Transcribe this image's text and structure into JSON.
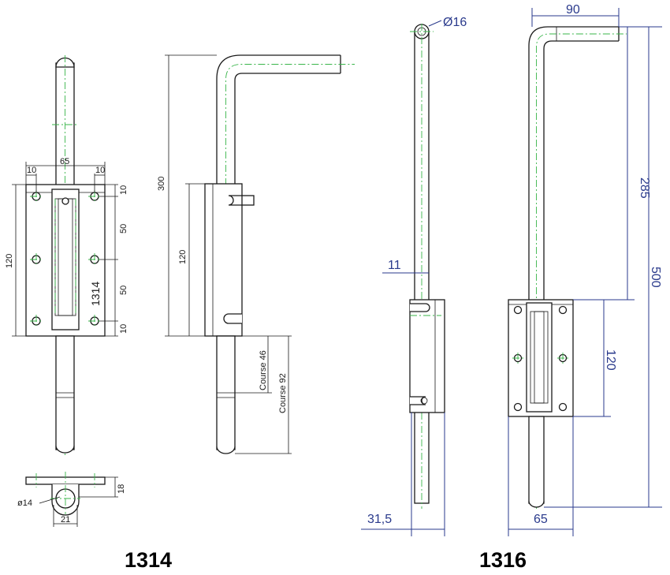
{
  "models": {
    "left": {
      "code": "1314",
      "dims": {
        "width_total": "65",
        "edge_left": "10",
        "edge_right": "10",
        "height_left": "120",
        "pitch_top": "10",
        "pitch_1": "50",
        "pitch_2": "50",
        "pitch_bottom": "10",
        "body_label": "1314",
        "overall_height": "300",
        "plate_height": "120",
        "course_short": "Course 46",
        "course_long": "Course 92",
        "base_height": "18",
        "bore": "ø14",
        "bore_width": "21"
      }
    },
    "right": {
      "code": "1316",
      "dims": {
        "rod_diameter": "Ø16",
        "arm_length": "90",
        "upper_length": "285",
        "total_length": "500",
        "offset": "11",
        "plate_height": "120",
        "depth": "31,5",
        "plate_width": "65"
      }
    }
  },
  "colors": {
    "outline": "#1a1a1a",
    "centerline": "#39b54a",
    "dimension": "#2a3a8c"
  }
}
